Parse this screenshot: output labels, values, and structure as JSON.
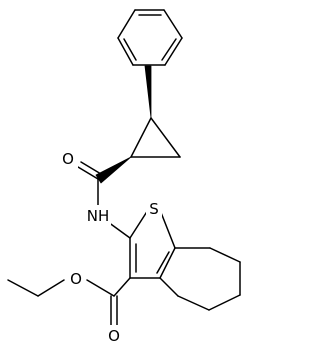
{
  "diagram": {
    "type": "chemical-structure",
    "atom_labels": {
      "amide_oxygen": "O",
      "amide_nitrogen": "NH",
      "thiophene_sulfur": "S",
      "ester_ether_oxygen": "O",
      "ester_carbonyl_oxygen": "O"
    }
  }
}
